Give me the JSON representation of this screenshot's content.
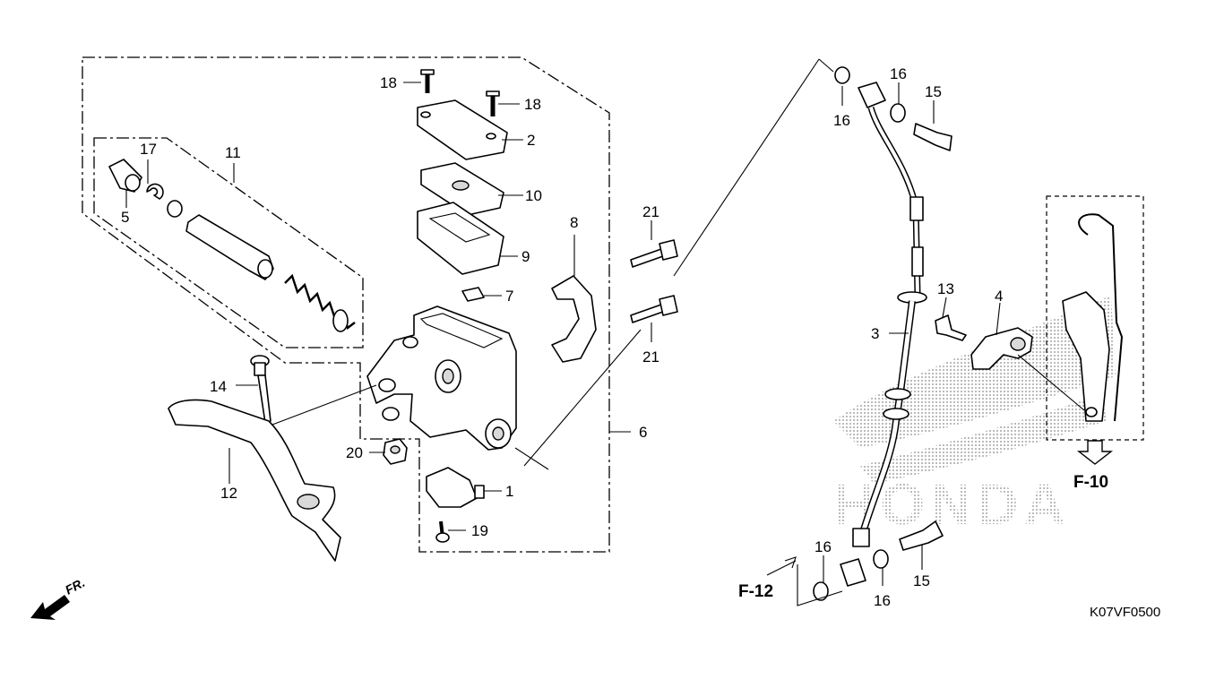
{
  "callouts": {
    "c1": "1",
    "c2": "2",
    "c3": "3",
    "c4": "4",
    "c5": "5",
    "c6": "6",
    "c7": "7",
    "c8": "8",
    "c9": "9",
    "c10": "10",
    "c11": "11",
    "c12": "12",
    "c13": "13",
    "c14": "14",
    "c15a": "15",
    "c15b": "15",
    "c16a": "16",
    "c16b": "16",
    "c16c": "16",
    "c16d": "16",
    "c17": "17",
    "c18a": "18",
    "c18b": "18",
    "c19": "19",
    "c20": "20",
    "c21a": "21",
    "c21b": "21"
  },
  "references": {
    "f10": "F-10",
    "f12": "F-12"
  },
  "direction_marker": "FR.",
  "diagram_code": "K07VF0500",
  "watermark": "HONDA"
}
